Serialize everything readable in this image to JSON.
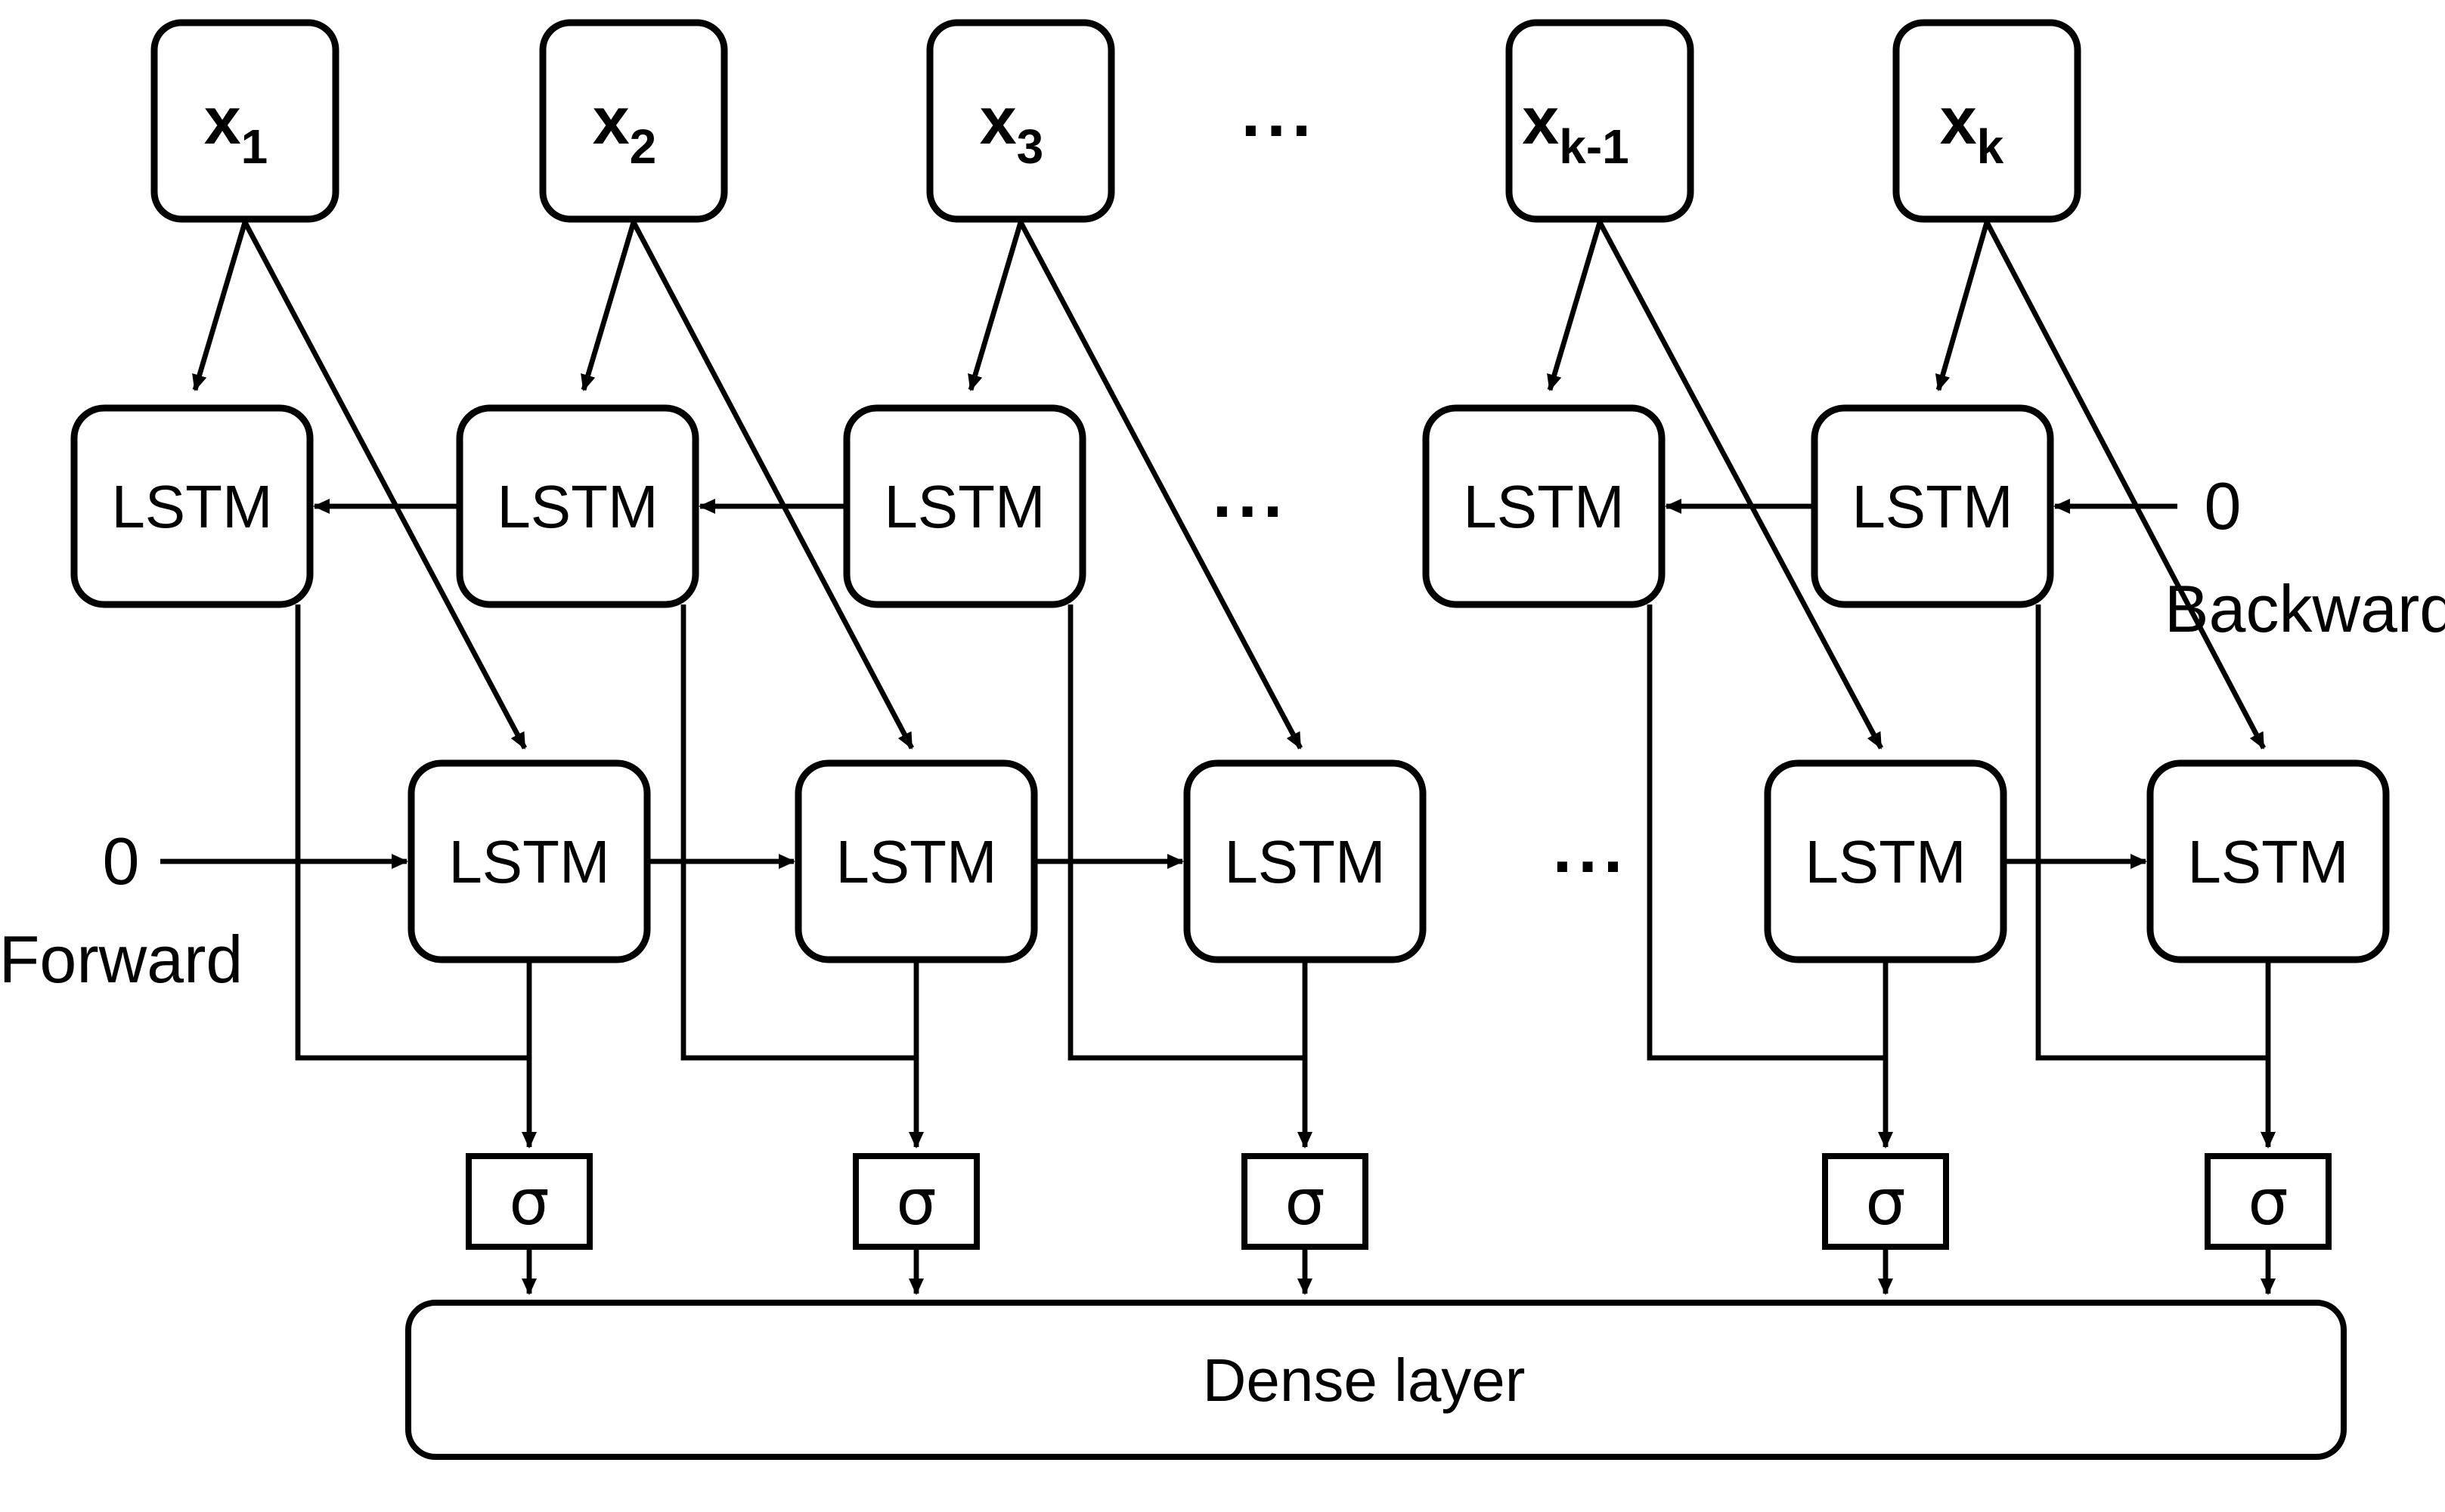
{
  "diagram": {
    "type": "bidirectional-lstm-architecture",
    "colors": {
      "stroke": "#000000",
      "background": "#ffffff"
    },
    "inputs": [
      {
        "base": "x",
        "sub": "1"
      },
      {
        "base": "x",
        "sub": "2"
      },
      {
        "base": "x",
        "sub": "3"
      },
      {
        "base": "x",
        "sub": "k-1"
      },
      {
        "base": "x",
        "sub": "k"
      }
    ],
    "backward_layer": {
      "cells": [
        "LSTM",
        "LSTM",
        "LSTM",
        "LSTM",
        "LSTM"
      ],
      "init_value": "0",
      "label": "Backward"
    },
    "forward_layer": {
      "cells": [
        "LSTM",
        "LSTM",
        "LSTM",
        "LSTM",
        "LSTM"
      ],
      "init_value": "0",
      "label": "Forward"
    },
    "activations": [
      "σ",
      "σ",
      "σ",
      "σ",
      "σ"
    ],
    "output_layer": {
      "label": "Dense layer"
    },
    "ellipsis": {
      "top": "...",
      "backward_row": "...",
      "forward_row": "..."
    }
  }
}
